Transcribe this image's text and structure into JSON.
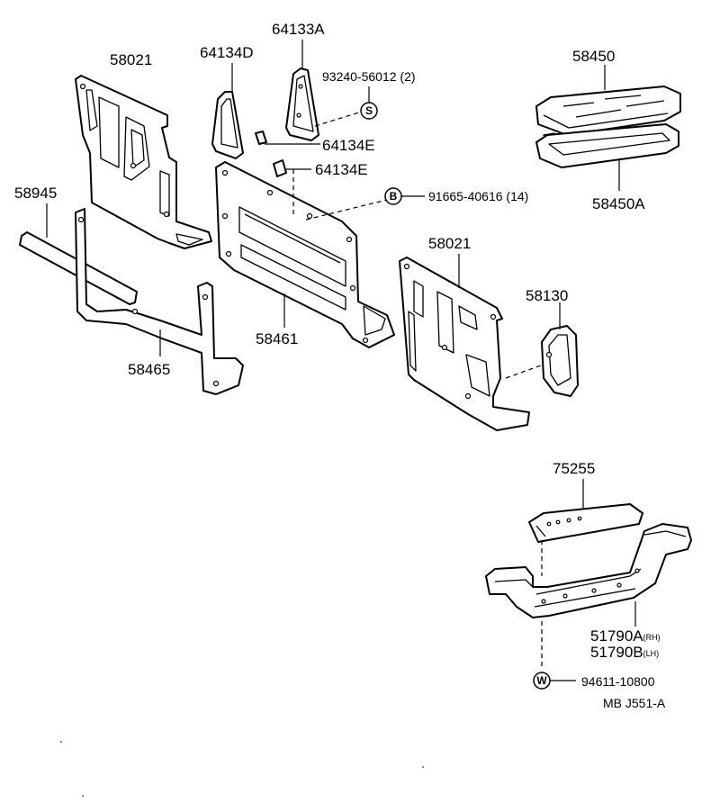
{
  "parts": {
    "p58021_top": "58021",
    "p64134D": "64134D",
    "p64133A": "64133A",
    "p93240": "93240-56012 (2)",
    "p64134E_1": "64134E",
    "p64134E_2": "64134E",
    "p91665": "91665-40616 (14)",
    "p58945": "58945",
    "p58461": "58461",
    "p58465": "58465",
    "p58021_mid": "58021",
    "p58130": "58130",
    "p58450": "58450",
    "p58450A": "58450A",
    "p75255": "75255",
    "p51790A": "51790A",
    "p51790A_suffix": "(RH)",
    "p51790B": "51790B",
    "p51790B_suffix": "(LH)",
    "p94611": "94611-10800"
  },
  "symbols": {
    "s": "S",
    "b": "B",
    "w": "W"
  },
  "diagram_code": "MB  J551-A"
}
